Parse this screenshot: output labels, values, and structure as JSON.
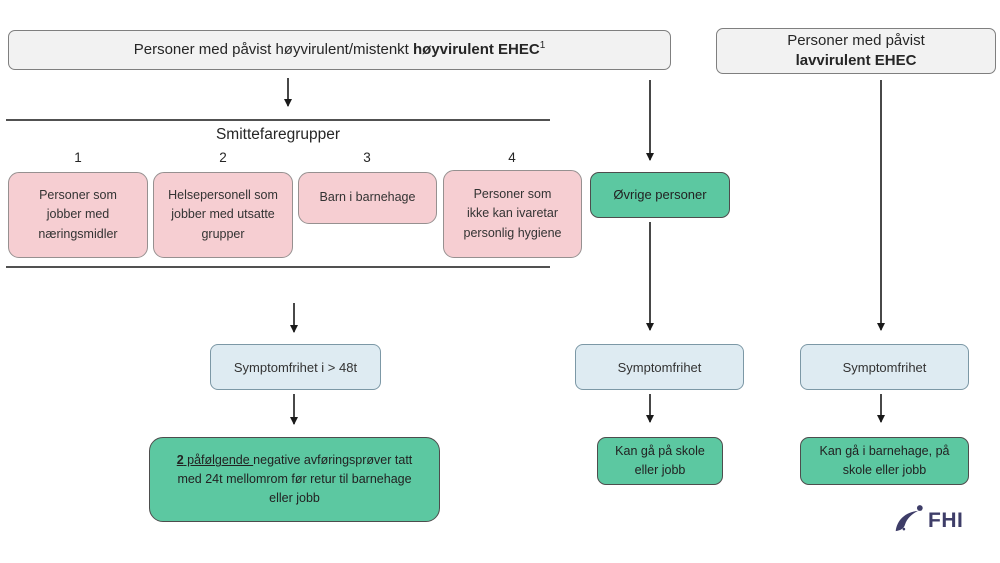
{
  "headers": {
    "hoyvirulent": {
      "prefix": "Personer med påvist høyvirulent/mistenkt ",
      "bold": "høyvirulent EHEC",
      "footnote_marker": "1"
    },
    "lavvirulent": {
      "line1": "Personer med påvist",
      "line2": "lavvirulent EHEC"
    }
  },
  "smittefaregrupper": {
    "title": "Smittefaregrupper",
    "groups": [
      {
        "number": "1",
        "label": "Personer som jobber med næringsmidler"
      },
      {
        "number": "2",
        "label": "Helsepersonell som jobber med utsatte grupper"
      },
      {
        "number": "3",
        "label": "Barn i barnehage"
      },
      {
        "number": "4",
        "label": "Personer som ikke kan ivaretar personlig hygiene"
      }
    ]
  },
  "flow": {
    "ovrige_personer": "Øvrige personer",
    "symptomfrihet_48t": "Symptomfrihet i > 48t",
    "symptomfrihet_mid": "Symptomfrihet",
    "symptomfrihet_right": "Symptomfrihet",
    "provetaking": {
      "num": "2",
      "underlined": " påfølgende ",
      "rest": "negative avføringsprøver tatt med 24t mellomrom før retur til barnehage eller jobb"
    },
    "outcome_mid": "Kan gå på skole eller jobb",
    "outcome_right": "Kan gå i barnehage, på skole eller jobb"
  },
  "logo": {
    "text": "FHI"
  },
  "colors": {
    "header_bg": "#F2F2F2",
    "header_border": "#7F7F7F",
    "pink_bg": "#F6CED2",
    "pink_border": "#969090",
    "green_bg": "#5CC8A1",
    "green_border": "#4D4D4D",
    "blue_bg": "#DEEBF2",
    "blue_border": "#7C98A6",
    "divider": "#515151",
    "arrow": "#1A1A1A",
    "logo_navy": "#3E3D68",
    "text": "#363636"
  }
}
